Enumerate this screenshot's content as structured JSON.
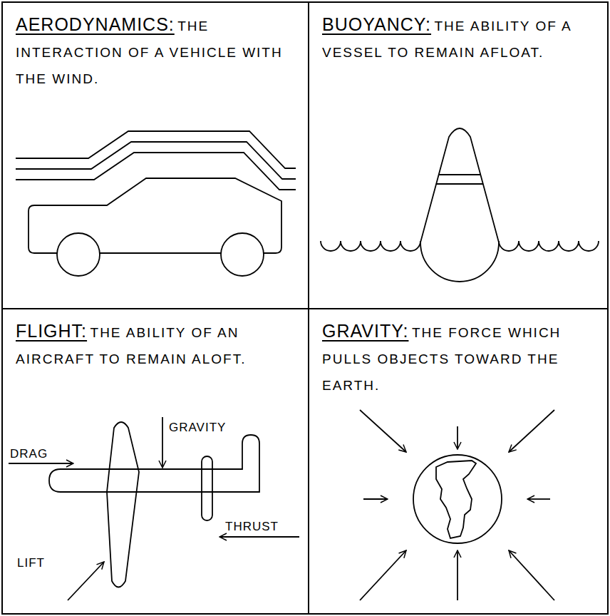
{
  "diagram": {
    "nodes": [
      {
        "text": [
          "AERODYNAMICS:",
          "THE INTERACTION OF A VEHICLE WITH THE WIND."
        ]
      },
      {
        "text": [
          "BUOYANCY:",
          "THE ABILITY OF A VESSEL TO REMAIN AFLOAT."
        ]
      },
      {
        "text": [
          "FLIGHT:",
          "THE ABILITY OF AN AIRCRAFT TO REMAIN ALOFT."
        ]
      },
      {
        "text": [
          "GRAVITY:",
          "THE FORCE WHICH PULLS OBJECTS TOWARD THE EARTH."
        ]
      }
    ],
    "labels": [
      "GRAVITY",
      "DRAG",
      "THRUST",
      "LIFT"
    ]
  }
}
